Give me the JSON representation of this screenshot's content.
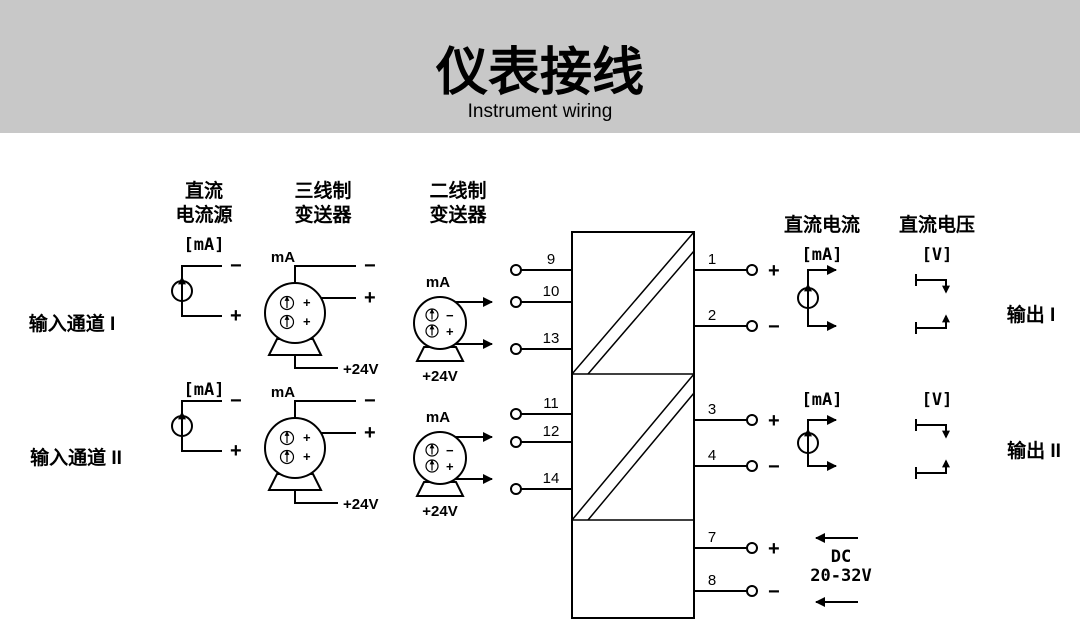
{
  "header": {
    "title": "仪表接线",
    "subtitle": "Instrument wiring"
  },
  "columns": {
    "dc_source_l1": "直流",
    "dc_source_l2": "电流源",
    "three_wire_l1": "三线制",
    "three_wire_l2": "变送器",
    "two_wire_l1": "二线制",
    "two_wire_l2": "变送器"
  },
  "channel_labels": {
    "input1": "输入通道 I",
    "input2": "输入通道 II",
    "output1": "输出 I",
    "output2": "输出 II"
  },
  "output_headers": {
    "dc_current": "直流电流",
    "dc_voltage": "直流电压"
  },
  "units": {
    "ma": "[mA]",
    "v": "[V]"
  },
  "symbols": {
    "ma": "mA",
    "plus24v": "+24V",
    "plus": "+",
    "minus": "−"
  },
  "terminals": {
    "in1": [
      "9",
      "10",
      "13"
    ],
    "in2": [
      "11",
      "12",
      "14"
    ],
    "out1": [
      "1",
      "2"
    ],
    "out2": [
      "3",
      "4"
    ],
    "power": [
      "7",
      "8"
    ]
  },
  "signs": {
    "out1": [
      "+",
      "−"
    ],
    "out2": [
      "+",
      "−"
    ],
    "power": [
      "+",
      "−"
    ]
  },
  "power": {
    "l1": "DC",
    "l2": "20-32V"
  }
}
